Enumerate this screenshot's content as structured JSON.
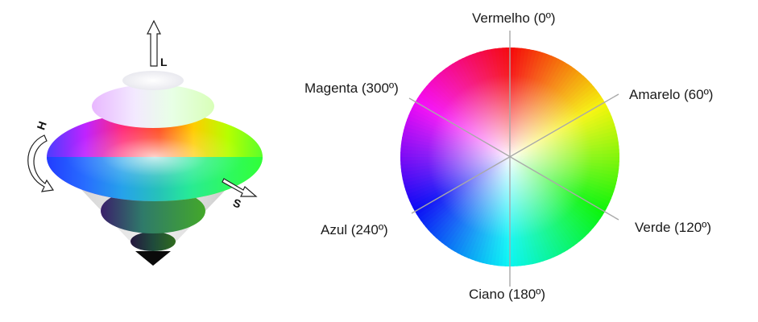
{
  "cone": {
    "axes": {
      "l": "L",
      "h": "H",
      "s": "S"
    }
  },
  "wheel": {
    "labels": {
      "red": "Vermelho  (0º)",
      "yellow": "Amarelo  (60º)",
      "green": "Verde  (120º)",
      "cyan": "Ciano  (180º)",
      "blue": "Azul  (240º)",
      "magenta": "Magenta  (300º)"
    },
    "colors": {
      "red": "#ff1a1a",
      "yellow": "#ffe600",
      "green": "#22cc22",
      "cyan": "#19d4f0",
      "blue": "#2035c8",
      "magenta": "#f0208c"
    }
  }
}
